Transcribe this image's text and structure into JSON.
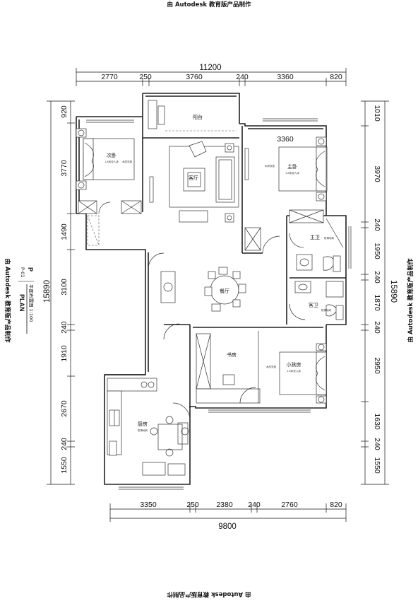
{
  "watermark": "由 Autodesk 教育版产品制作",
  "dimensions": {
    "top_total": "11200",
    "top_segments": [
      "2770",
      "250",
      "3760",
      "240",
      "3360",
      "820"
    ],
    "bottom_total": "9800",
    "bottom_segments": [
      "3350",
      "250",
      "2380",
      "240",
      "2760",
      "820"
    ],
    "left_total": "15890",
    "left_segments": [
      "920",
      "3770",
      "1490",
      "3100",
      "240",
      "1910",
      "2670",
      "240",
      "1550"
    ],
    "right_total": "15890",
    "right_segments": [
      "1010",
      "3970",
      "240",
      "1950",
      "240",
      "1870",
      "240",
      "2950",
      "1630",
      "240",
      "1550"
    ],
    "interior": "3360"
  },
  "rooms": {
    "balcony": "阳台",
    "second_bedroom": "次卧",
    "living_room": "客厅",
    "master_bedroom": "主卧",
    "master_bath": "主卫",
    "dining_room": "餐厅",
    "guest_bath": "客卫",
    "study": "书房",
    "kids_room": "小孩房",
    "kitchen": "厨房"
  },
  "notes": {
    "bed_label": "1.8米双人床",
    "wardrobe_label": "木质衣柜",
    "floor_note": "防滑地砖",
    "bath_note": "防滑地砖"
  },
  "title_block": {
    "sheet_no": "P",
    "sheet_sub": "P-01",
    "title": "平面布置图 1:100",
    "plan": "PLAN"
  }
}
